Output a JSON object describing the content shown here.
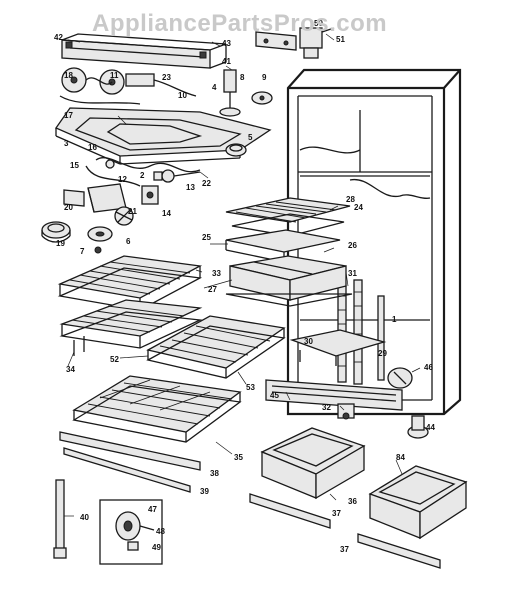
{
  "watermark": "AppliancePartsPros.com",
  "labels": [
    "42",
    "43",
    "50",
    "51",
    "41",
    "18",
    "11",
    "23",
    "8",
    "9",
    "10",
    "17",
    "3",
    "4",
    "16",
    "5",
    "15",
    "12",
    "2",
    "13",
    "22",
    "20",
    "21",
    "14",
    "19",
    "6",
    "7",
    "28",
    "24",
    "25",
    "26",
    "33",
    "27",
    "31",
    "1",
    "34",
    "52",
    "30",
    "29",
    "53",
    "45",
    "32",
    "46",
    "35",
    "44",
    "36",
    "37",
    "38",
    "39",
    "40",
    "47",
    "48",
    "49",
    "84",
    "37"
  ]
}
